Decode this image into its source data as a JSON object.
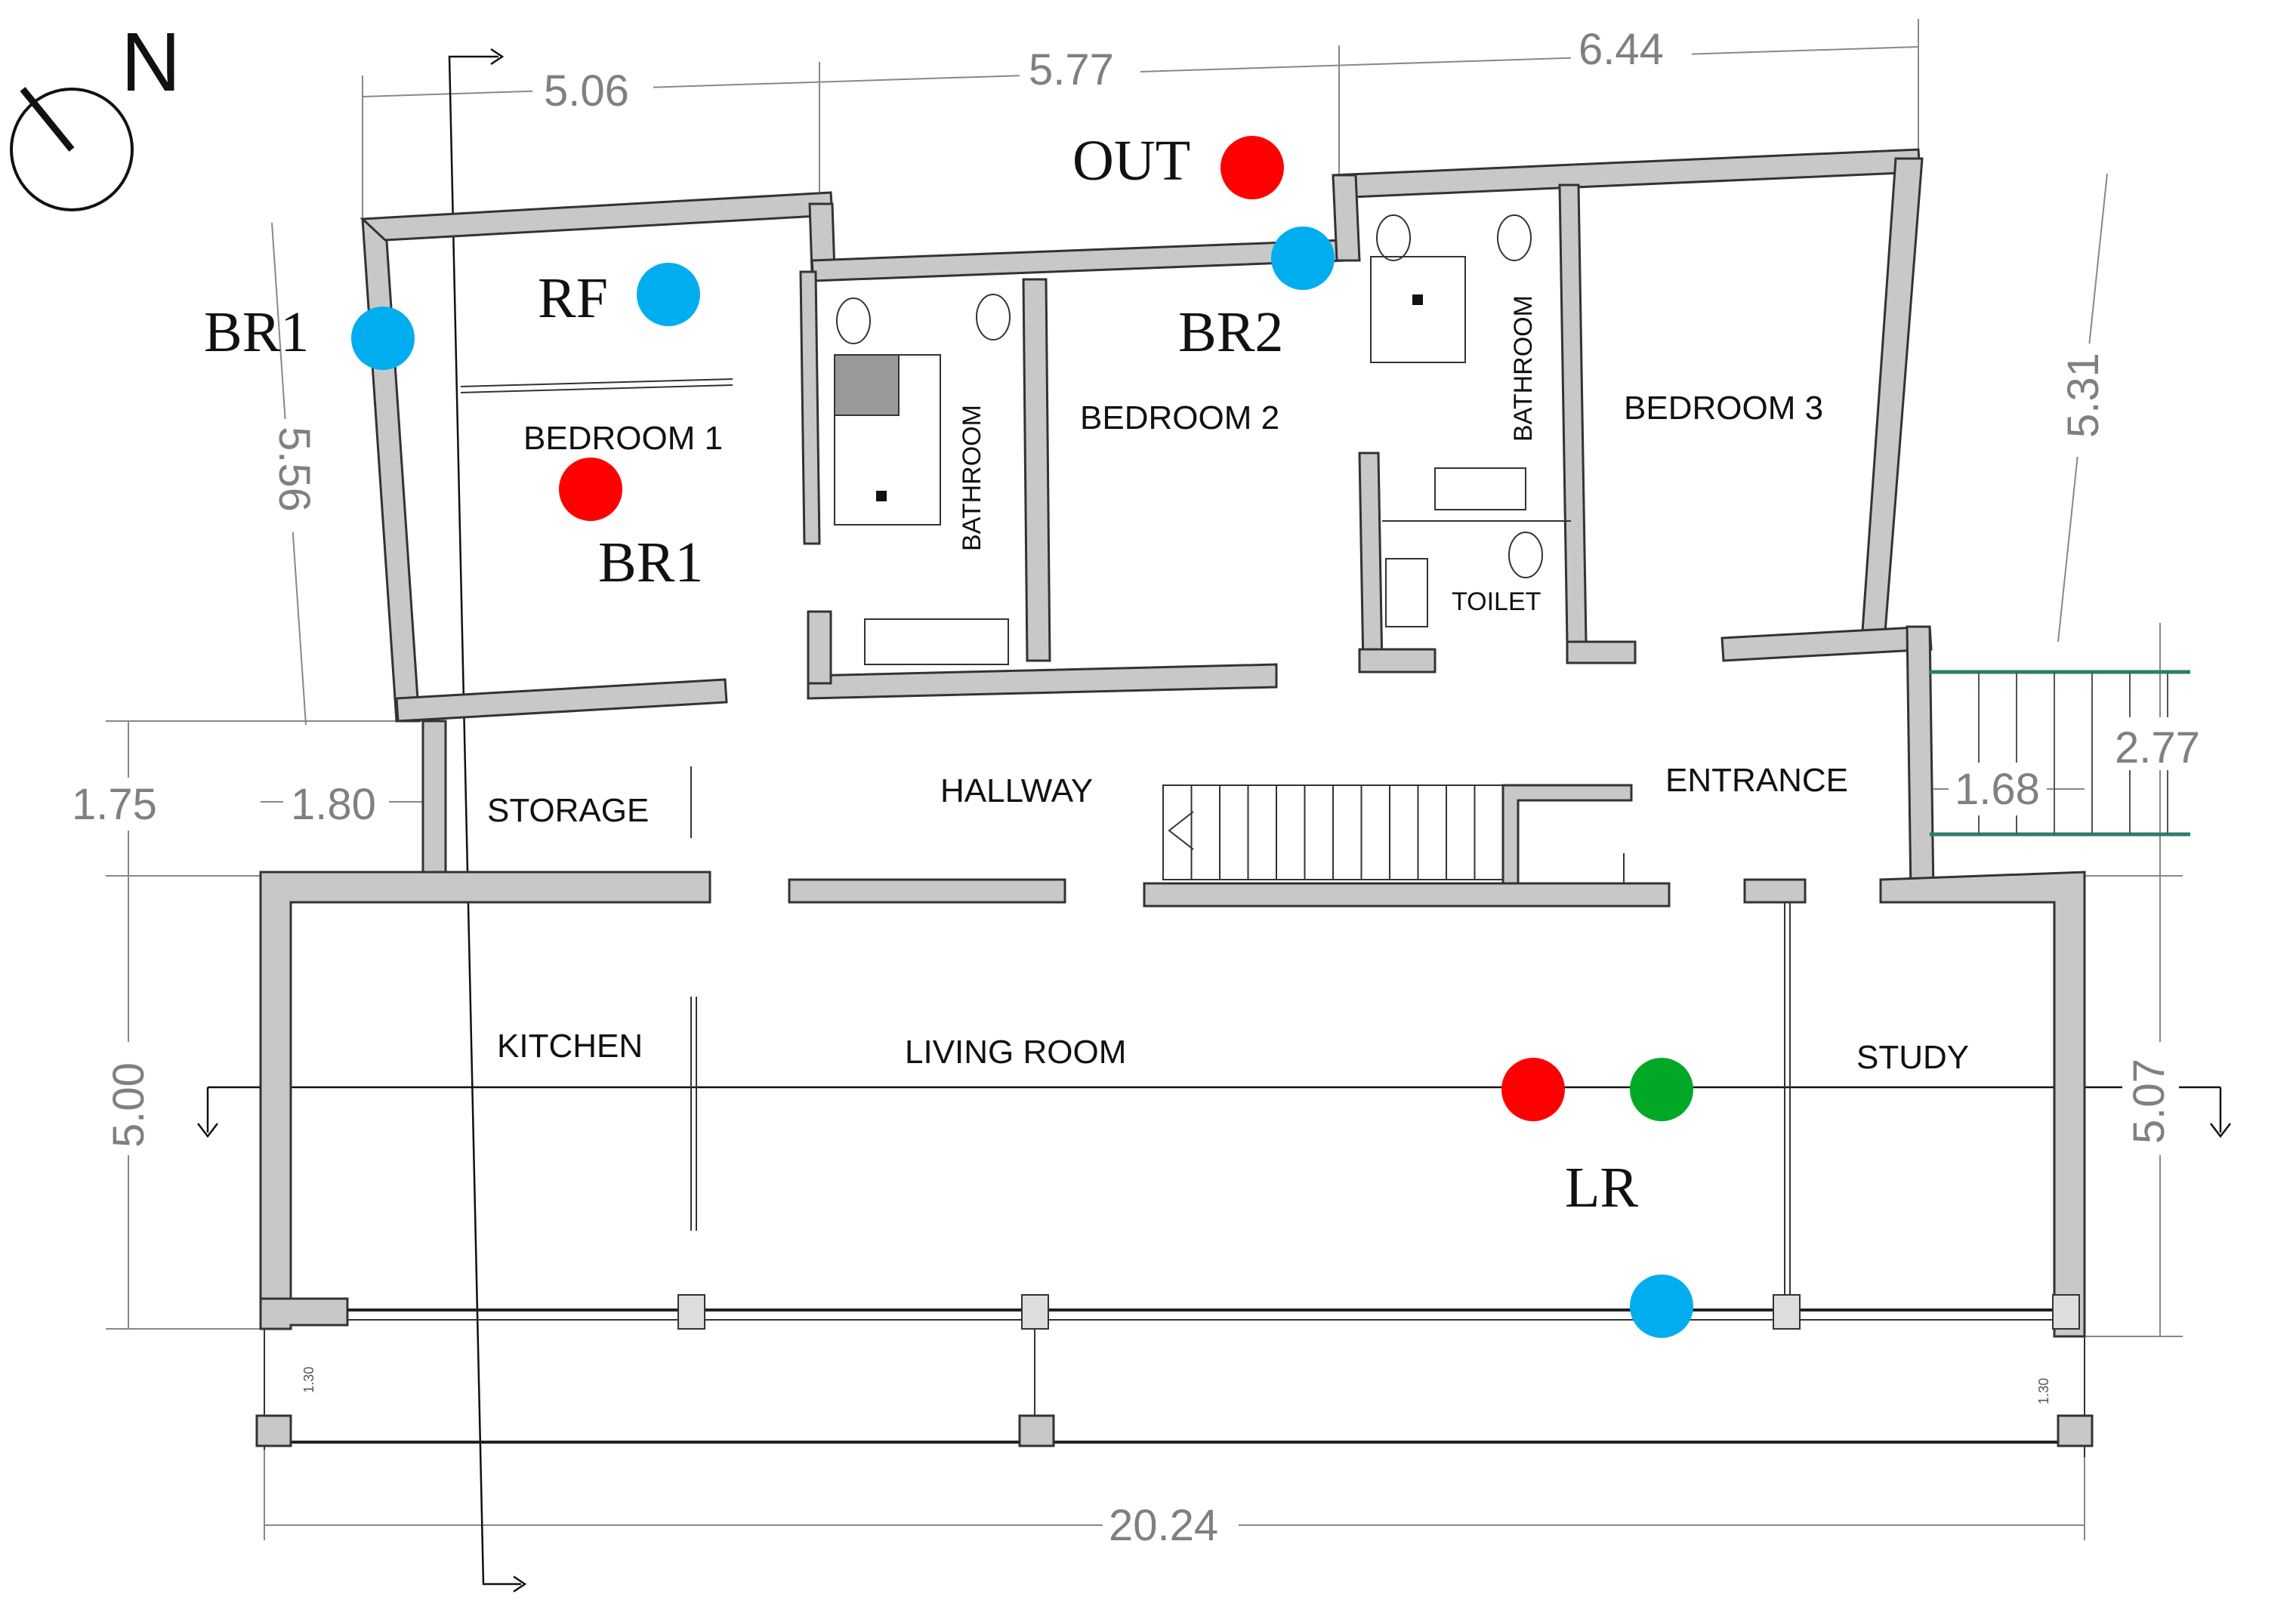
{
  "north": {
    "label": "N"
  },
  "rooms": {
    "bedroom1": "BEDROOM 1",
    "bedroom2": "BEDROOM 2",
    "bedroom3": "BEDROOM 3",
    "bathroom_a": "BATHROOM",
    "bathroom_b": "BATHROOM",
    "toilet": "TOILET",
    "storage": "STORAGE",
    "hallway": "HALLWAY",
    "entrance": "ENTRANCE",
    "kitchen": "KITCHEN",
    "living_room": "LIVING ROOM",
    "study": "STUDY"
  },
  "dimensions": {
    "top_1": "5.06",
    "top_2": "5.77",
    "top_3": "6.44",
    "left_bedroom": "5.56",
    "right_bedroom": "5.31",
    "left_hall": "1.75",
    "hall_depth": "1.80",
    "left_living": "5.00",
    "right_living": "5.07",
    "stair_width": "1.68",
    "stair_length": "2.77",
    "total_width": "20.24",
    "porch_left": "1.30",
    "porch_right": "1.30"
  },
  "markers": {
    "out": "OUT",
    "rf": "RF",
    "br1_outer": "BR1",
    "br1_inner": "BR1",
    "br2": "BR2",
    "lr": "LR"
  },
  "colors": {
    "red": "#ff0000",
    "blue": "#00aeef",
    "green": "#00a826",
    "wall": "#c8c8c8"
  }
}
